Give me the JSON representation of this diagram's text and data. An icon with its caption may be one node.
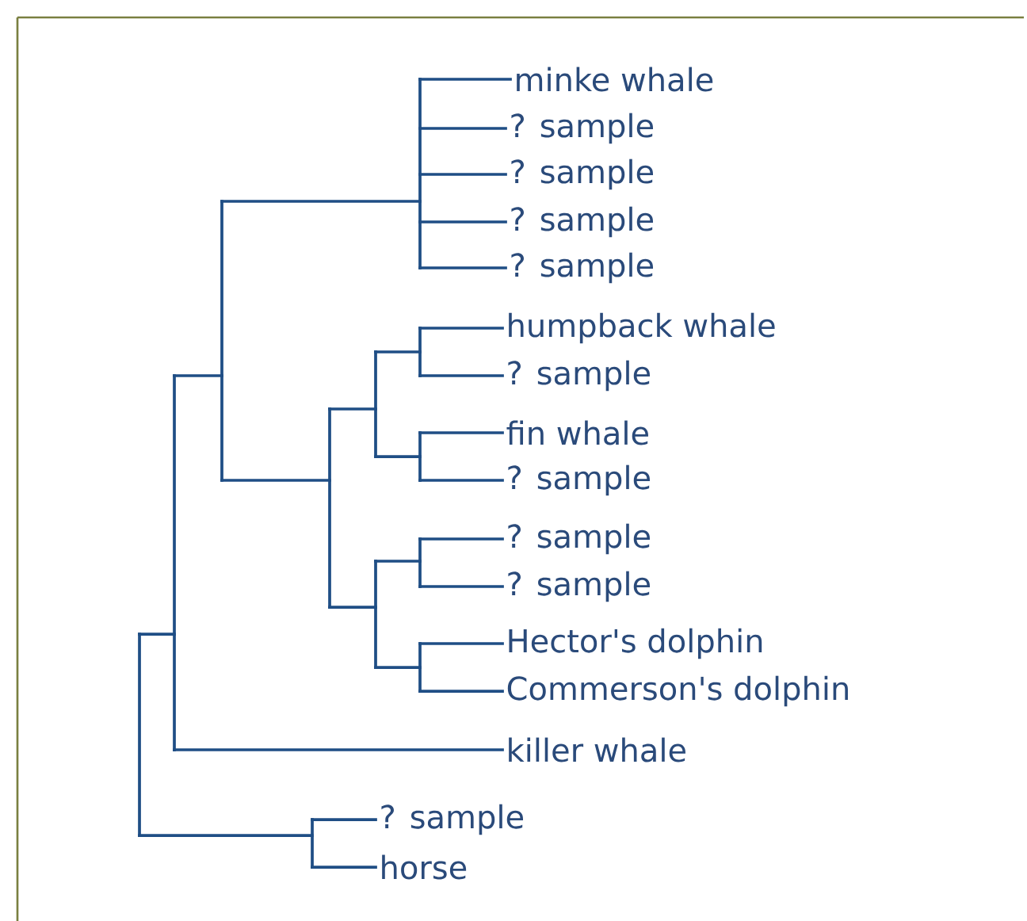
{
  "diagram": {
    "nodes": [
      {
        "text": [
          "minke whale"
        ]
      },
      {
        "text": [
          "? sample"
        ]
      },
      {
        "text": [
          "? sample"
        ]
      },
      {
        "text": [
          "? sample"
        ]
      },
      {
        "text": [
          "? sample"
        ]
      },
      {
        "text": [
          "humpback whale"
        ]
      },
      {
        "text": [
          "? sample"
        ]
      },
      {
        "text": [
          "fin whale"
        ]
      },
      {
        "text": [
          "? sample"
        ]
      },
      {
        "text": [
          "? sample"
        ]
      },
      {
        "text": [
          "? sample"
        ]
      },
      {
        "text": [
          "Hector's dolphin"
        ]
      },
      {
        "text": [
          "Commerson's dolphin"
        ]
      },
      {
        "text": [
          "killer whale"
        ]
      },
      {
        "text": [
          "? sample"
        ]
      },
      {
        "text": [
          "horse"
        ]
      },
      {
        "text": [],
        "shape": "bar"
      },
      {
        "text": [],
        "shape": "bar"
      },
      {
        "text": [],
        "shape": "bar"
      },
      {
        "text": [],
        "shape": "bar"
      },
      {
        "text": [],
        "shape": "bar"
      },
      {
        "text": [],
        "shape": "bar"
      },
      {
        "text": [],
        "shape": "bar"
      },
      {
        "text": [],
        "shape": "bar"
      },
      {
        "text": [],
        "shape": "bar"
      },
      {
        "text": [],
        "shape": "bar"
      },
      {
        "text": [],
        "shape": "bar"
      },
      {
        "text": [],
        "shape": "bar"
      }
    ],
    "edges": [
      {
        "from": 16,
        "to": 17,
        "arrow": "none"
      },
      {
        "from": 16,
        "to": 19,
        "arrow": "none"
      },
      {
        "from": 17,
        "to": 18,
        "arrow": "none"
      },
      {
        "from": 17,
        "to": 13,
        "arrow": "none"
      },
      {
        "from": 18,
        "to": 23,
        "arrow": "none"
      },
      {
        "from": 18,
        "to": 20,
        "arrow": "none"
      },
      {
        "from": 20,
        "to": 21,
        "arrow": "none"
      },
      {
        "from": 20,
        "to": 22,
        "arrow": "none"
      },
      {
        "from": 21,
        "to": 24,
        "arrow": "none"
      },
      {
        "from": 21,
        "to": 25,
        "arrow": "none"
      },
      {
        "from": 22,
        "to": 26,
        "arrow": "none"
      },
      {
        "from": 22,
        "to": 27,
        "arrow": "none"
      },
      {
        "from": 23,
        "to": 0,
        "arrow": "none"
      },
      {
        "from": 23,
        "to": 1,
        "arrow": "none"
      },
      {
        "from": 23,
        "to": 2,
        "arrow": "none"
      },
      {
        "from": 23,
        "to": 3,
        "arrow": "none"
      },
      {
        "from": 23,
        "to": 4,
        "arrow": "none"
      },
      {
        "from": 24,
        "to": 5,
        "arrow": "none"
      },
      {
        "from": 24,
        "to": 6,
        "arrow": "none"
      },
      {
        "from": 25,
        "to": 7,
        "arrow": "none"
      },
      {
        "from": 25,
        "to": 8,
        "arrow": "none"
      },
      {
        "from": 26,
        "to": 9,
        "arrow": "none"
      },
      {
        "from": 26,
        "to": 10,
        "arrow": "none"
      },
      {
        "from": 27,
        "to": 11,
        "arrow": "none"
      },
      {
        "from": 27,
        "to": 12,
        "arrow": "none"
      },
      {
        "from": 19,
        "to": 14,
        "arrow": "none"
      },
      {
        "from": 19,
        "to": 15,
        "arrow": "none"
      }
    ]
  }
}
